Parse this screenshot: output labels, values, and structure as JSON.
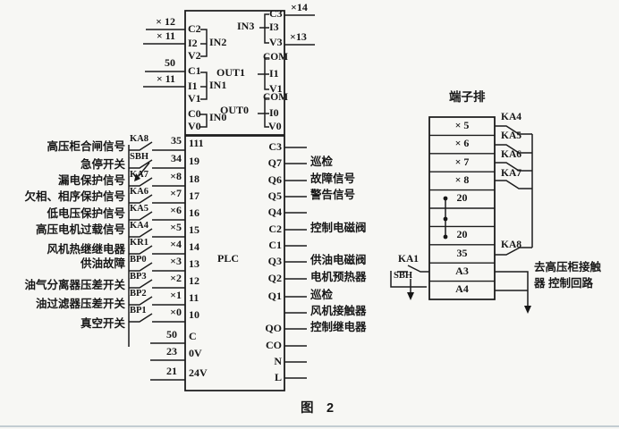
{
  "figure": {
    "caption": "图　2"
  },
  "module": {
    "left_wire_labels": [
      "× 12",
      "× 11",
      "50",
      "× 11"
    ],
    "left_terminals": [
      "C2",
      "I2",
      "V2",
      "C1",
      "I1",
      "V1",
      "C0",
      "V0"
    ],
    "group_in2": "IN2",
    "group_in1": "IN1",
    "group_in0": "IN0",
    "group_in3": "IN3",
    "group_out1": "OUT1",
    "group_out0": "OUT0",
    "in3_terminals": [
      "C3",
      "I3",
      "V3"
    ],
    "out1_terminals": [
      "COM",
      "I1",
      "V1"
    ],
    "out0_terminals": [
      "COM",
      "I0",
      "V0"
    ],
    "right_wire_labels": [
      "×14",
      "×13"
    ]
  },
  "plc": {
    "name": "PLC",
    "inputs": [
      {
        "desc": "高压柜合闸信号",
        "device": "KA8",
        "wire": "35",
        "terminal": "111"
      },
      {
        "desc": "急停开关",
        "device": "SBH",
        "wire": "34",
        "terminal": "19"
      },
      {
        "desc": "漏电保护信号",
        "device": "KA7",
        "wire": "×8",
        "terminal": "18"
      },
      {
        "desc": "欠相、相序保护信号",
        "device": "KA6",
        "wire": "×7",
        "terminal": "17"
      },
      {
        "desc": "低电压保护信号",
        "device": "KA5",
        "wire": "×6",
        "terminal": "16"
      },
      {
        "desc": "高压电机过载信号",
        "device": "KA4",
        "wire": "×5",
        "terminal": "15"
      },
      {
        "desc": "风机热继继电器",
        "device": "KR1",
        "wire": "×4",
        "terminal": "14"
      },
      {
        "desc": "供油故障",
        "device": "BP0",
        "wire": "×3",
        "terminal": "13"
      },
      {
        "desc": "油气分离器压差开关",
        "device": "BP3",
        "wire": "×2",
        "terminal": "12"
      },
      {
        "desc": "油过滤器压差开关",
        "device": "BP2",
        "wire": "×1",
        "terminal": "11"
      },
      {
        "desc": "真空开关",
        "device": "BP1",
        "wire": "×0",
        "terminal": "10"
      }
    ],
    "power": [
      {
        "wire": "50",
        "terminal": "C"
      },
      {
        "wire": "23",
        "terminal": "0V"
      },
      {
        "wire": "21",
        "terminal": "24V"
      }
    ],
    "outputs": [
      {
        "terminal": "C3",
        "desc": ""
      },
      {
        "terminal": "Q7",
        "desc": "巡检"
      },
      {
        "terminal": "Q6",
        "desc": "故障信号"
      },
      {
        "terminal": "Q5",
        "desc": "警告信号"
      },
      {
        "terminal": "Q4",
        "desc": ""
      },
      {
        "terminal": "C2",
        "desc": "控制电磁阀"
      },
      {
        "terminal": "C1",
        "desc": ""
      },
      {
        "terminal": "Q3",
        "desc": "供油电磁阀"
      },
      {
        "terminal": "Q2",
        "desc": "电机预热器"
      },
      {
        "terminal": "Q1",
        "desc": "巡检"
      },
      {
        "terminal": "",
        "desc": "风机接触器"
      },
      {
        "terminal": "QO",
        "desc": "控制继电器"
      },
      {
        "terminal": "CO",
        "desc": ""
      },
      {
        "terminal": "N",
        "desc": ""
      },
      {
        "terminal": "L",
        "desc": ""
      }
    ]
  },
  "strip": {
    "title": "端子排",
    "rows": [
      "× 5",
      "× 6",
      "× 7",
      "× 8",
      "20",
      "",
      "20",
      "35",
      "A3",
      "A4"
    ],
    "relays": [
      "KA4",
      "KA5",
      "KA6",
      "KA7",
      "KA8"
    ],
    "ka1": "KA1",
    "sbh": "SBH",
    "note1": "去高压柜接触",
    "note2": "器 控制回路"
  }
}
